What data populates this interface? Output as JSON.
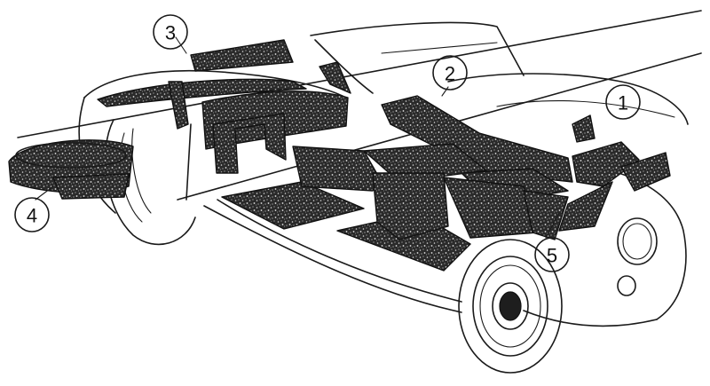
{
  "diagram": {
    "colors": {
      "ink": "#111111",
      "carpet": "#2a2a2a",
      "paper": "#ffffff"
    },
    "callouts": [
      {
        "id": "1",
        "label": "1"
      },
      {
        "id": "2",
        "label": "2"
      },
      {
        "id": "3",
        "label": "3"
      },
      {
        "id": "4",
        "label": "4"
      },
      {
        "id": "5",
        "label": "5"
      }
    ]
  }
}
